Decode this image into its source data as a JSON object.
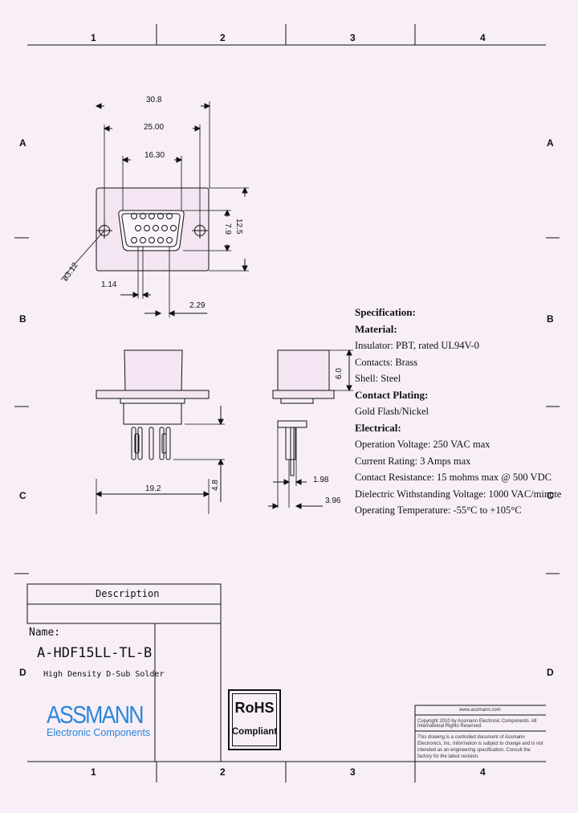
{
  "zones": {
    "columns": [
      "1",
      "2",
      "3",
      "4"
    ],
    "rows": [
      "A",
      "B",
      "C",
      "D"
    ]
  },
  "dimensions": {
    "top_view": {
      "overall": "30.8",
      "mount_pitch": "25.00",
      "shell_width": "16.30",
      "height": "12.5",
      "row_pitch": "7.9",
      "hole": "ø3.12",
      "pin_pitch": "1.14",
      "row_offset": "2.29"
    },
    "front_view": {
      "width": "19.2",
      "pin_length": "4.8"
    },
    "side_view": {
      "height": "6.0",
      "pin_offset": "1.98",
      "overall": "3.96"
    }
  },
  "specification": {
    "title": "Specification:",
    "material_heading": "Material:",
    "material": [
      "Insulator: PBT, rated UL94V-0",
      "Contacts: Brass",
      "Shell: Steel"
    ],
    "plating_heading": "Contact Plating:",
    "plating": [
      "Gold Flash/Nickel"
    ],
    "electrical_heading": "Electrical:",
    "electrical": [
      "Operation Voltage: 250 VAC max",
      "Current Rating: 3 Amps max",
      "Contact Resistance: 15 mohms max @ 500 VDC",
      "Dielectric Withstanding Voltage: 1000 VAC/minute",
      "Operating Temperature: -55°C to +105°C"
    ]
  },
  "title_block": {
    "description_label": "Description",
    "name_label": "Name:",
    "part_number": "A-HDF15LL-TL-B",
    "part_description": "High Density D-Sub Solder",
    "company": "ASSMANN",
    "company_sub": "Electronic Components",
    "rohs": "RoHS",
    "rohs_sub": "Compliant",
    "website": "www.assmann.com",
    "copyright": "Copyright 2010 by Assmann Electronic Components. All International Rights Reserved.",
    "disclaimer": "This drawing is a controlled document of Assmann Electronics, Inc. Information is subject to change and is not intended as an engineering specification. Consult the factory for the latest revision."
  }
}
